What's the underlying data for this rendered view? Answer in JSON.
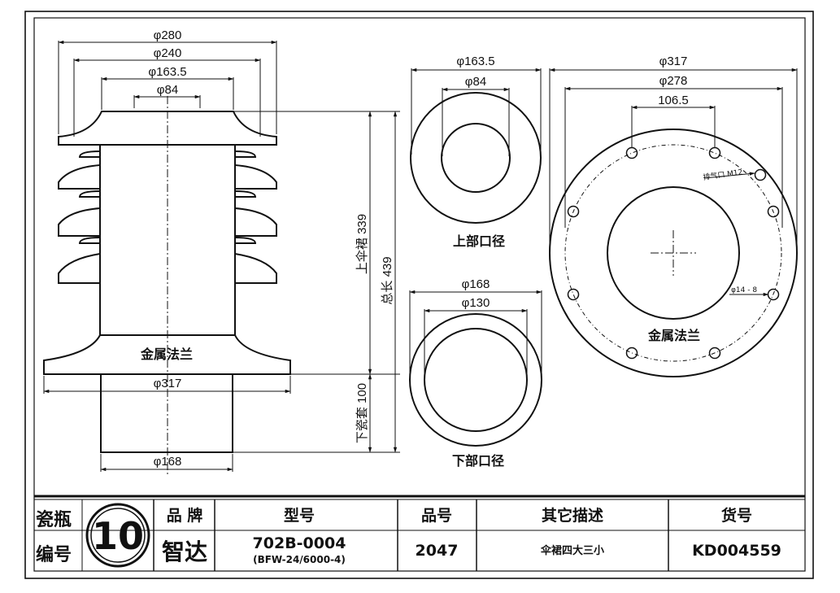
{
  "side_view": {
    "dia_280": "φ280",
    "dia_240": "φ240",
    "dia_163_5": "φ163.5",
    "dia_84": "φ84",
    "flange_label": "金属法兰",
    "dia_317": "φ317",
    "dia_168": "φ168",
    "upper_skirt_label": "上伞裙  339",
    "total_length_label": "总长  439",
    "lower_sleeve_label": "下瓷套  100"
  },
  "top_view": {
    "dia_163_5": "φ163.5",
    "dia_84": "φ84",
    "caption": "上部口径"
  },
  "bottom_view": {
    "dia_168": "φ168",
    "dia_130": "φ130",
    "caption": "下部口径"
  },
  "flange_view": {
    "dia_317": "φ317",
    "dia_278": "φ278",
    "spacing_106_5": "106.5",
    "vent_label": "排气口 M12",
    "hole_label": "φ14 - 8",
    "caption": "金属法兰"
  },
  "title_block": {
    "code_label_1": "瓷瓶",
    "code_label_2": "编号",
    "code_number": "10",
    "brand_header": "品 牌",
    "brand_value": "智达",
    "model_header": "型号",
    "model_value": "702B-0004",
    "model_sub": "(BFW-24/6000-4)",
    "item_header": "品号",
    "item_value": "2047",
    "desc_header": "其它描述",
    "desc_value": "伞裙四大三小",
    "sku_header": "货号",
    "sku_value": "KD004559"
  }
}
